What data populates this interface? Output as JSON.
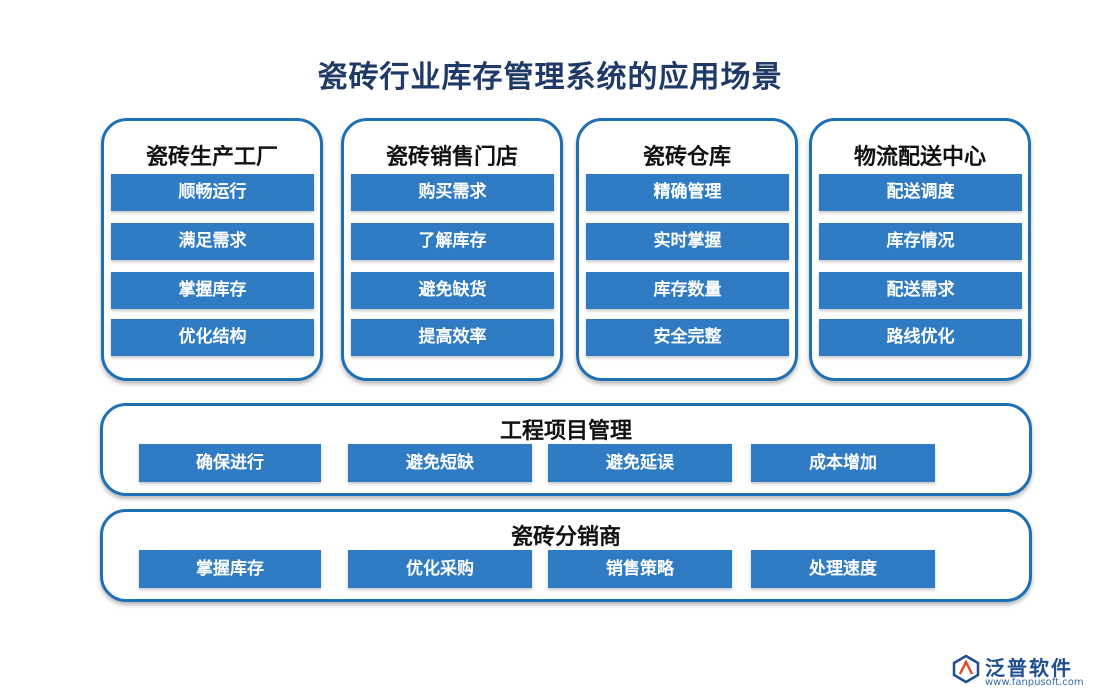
{
  "title": "瓷砖行业库存管理系统的应用场景",
  "columns": [
    {
      "title": "瓷砖生产工厂",
      "items": [
        "顺畅运行",
        "满足需求",
        "掌握库存",
        "优化结构"
      ]
    },
    {
      "title": "瓷砖销售门店",
      "items": [
        "购买需求",
        "了解库存",
        "避免缺货",
        "提高效率"
      ]
    },
    {
      "title": "瓷砖仓库",
      "items": [
        "精确管理",
        "实时掌握",
        "库存数量",
        "安全完整"
      ]
    },
    {
      "title": "物流配送中心",
      "items": [
        "配送调度",
        "库存情况",
        "配送需求",
        "路线优化"
      ]
    }
  ],
  "rows": [
    {
      "title": "工程项目管理",
      "items": [
        "确保进行",
        "避免短缺",
        "避免延误",
        "成本增加"
      ]
    },
    {
      "title": "瓷砖分销商",
      "items": [
        "掌握库存",
        "优化采购",
        "销售策略",
        "处理速度"
      ]
    }
  ],
  "logo": {
    "name": "泛普软件",
    "url": "www.fanpusoft.com"
  },
  "colors": {
    "border": "#1f6fb5",
    "item_fill": "#2f7bc4",
    "title": "#1f3a66"
  }
}
